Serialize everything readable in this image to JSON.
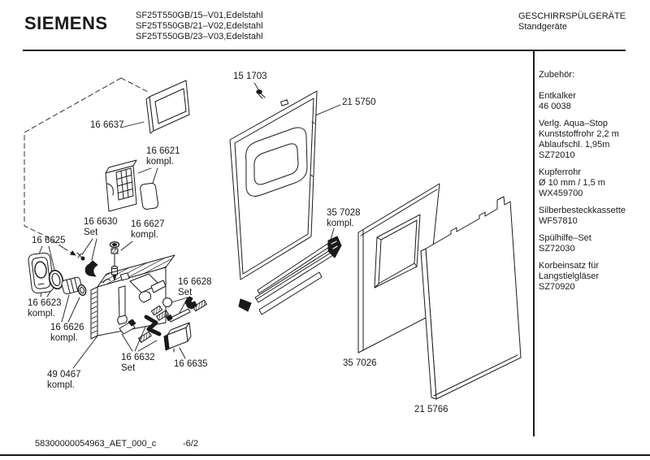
{
  "header": {
    "brand": "SIEMENS",
    "models": [
      "SF25T550GB/15–V01,Edelstahl",
      "SF25T550GB/21–V02,Edelstahl",
      "SF25T550GB/23–V03,Edelstahl"
    ],
    "category": "GESCHIRRSPÜLGERÄTE",
    "subcategory": "Standgeräte"
  },
  "sidebar": {
    "title": "Zubehör:",
    "groups": [
      {
        "lines": [
          "Entkalker",
          "46 0038"
        ]
      },
      {
        "lines": [
          "Verlg. Aqua–Stop",
          "Kunststoffrohr 2,2 m",
          "Ablaufschl. 1,95m",
          "SZ72010"
        ]
      },
      {
        "lines": [
          "Kupferrohr",
          "Ø 10 mm / 1,5 m",
          "WX459700"
        ]
      },
      {
        "lines": [
          "Silberbesteckkassette",
          "WF57810"
        ]
      },
      {
        "lines": [
          "Spülhilfe–Set",
          "SZ72030"
        ]
      },
      {
        "lines": [
          "Korbeinsatz für",
          "Langstielgläser",
          "SZ70920"
        ]
      }
    ]
  },
  "diagram": {
    "labels": [
      {
        "id": "15 1703",
        "suffix": ""
      },
      {
        "id": "21 5750",
        "suffix": ""
      },
      {
        "id": "16 6637",
        "suffix": ""
      },
      {
        "id": "16 6621",
        "suffix": "kompl."
      },
      {
        "id": "16 6630",
        "suffix": "Set"
      },
      {
        "id": "16 6627",
        "suffix": "kompl."
      },
      {
        "id": "16 6625",
        "suffix": ""
      },
      {
        "id": "16 6623",
        "suffix": "kompl."
      },
      {
        "id": "16 6626",
        "suffix": "kompl."
      },
      {
        "id": "16 6628",
        "suffix": "Set"
      },
      {
        "id": "16 6632",
        "suffix": "Set"
      },
      {
        "id": "16 6635",
        "suffix": ""
      },
      {
        "id": "49 0467",
        "suffix": "kompl."
      },
      {
        "id": "35 7028",
        "suffix": "kompl."
      },
      {
        "id": "35 7026",
        "suffix": ""
      },
      {
        "id": "21 5766",
        "suffix": ""
      }
    ]
  },
  "footer": {
    "document_code": "58300000054963_AET_000_c",
    "sheet": "-6/2"
  },
  "colors": {
    "ink": "#1a1a1a",
    "paper": "#ffffff"
  }
}
